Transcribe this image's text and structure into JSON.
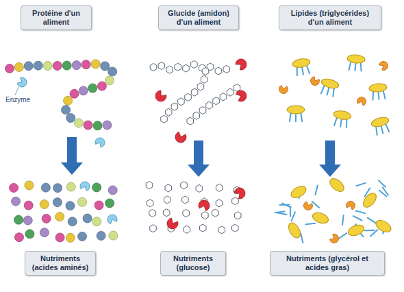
{
  "diagram": {
    "nodes": [
      {
        "text": [
          "Protéine d'un aliment"
        ]
      },
      {
        "text": [
          "Glucide (amidon) d'un aliment"
        ]
      },
      {
        "text": [
          "Lipides (triglycérides) d'un aliment"
        ]
      },
      {
        "text": [
          "Nutriments (acides aminés)"
        ]
      },
      {
        "text": [
          "Nutriments (glucose)"
        ]
      },
      {
        "text": [
          "Nutriments (glycérol et acides gras)"
        ]
      }
    ],
    "labels": [
      "Enzyme"
    ]
  }
}
